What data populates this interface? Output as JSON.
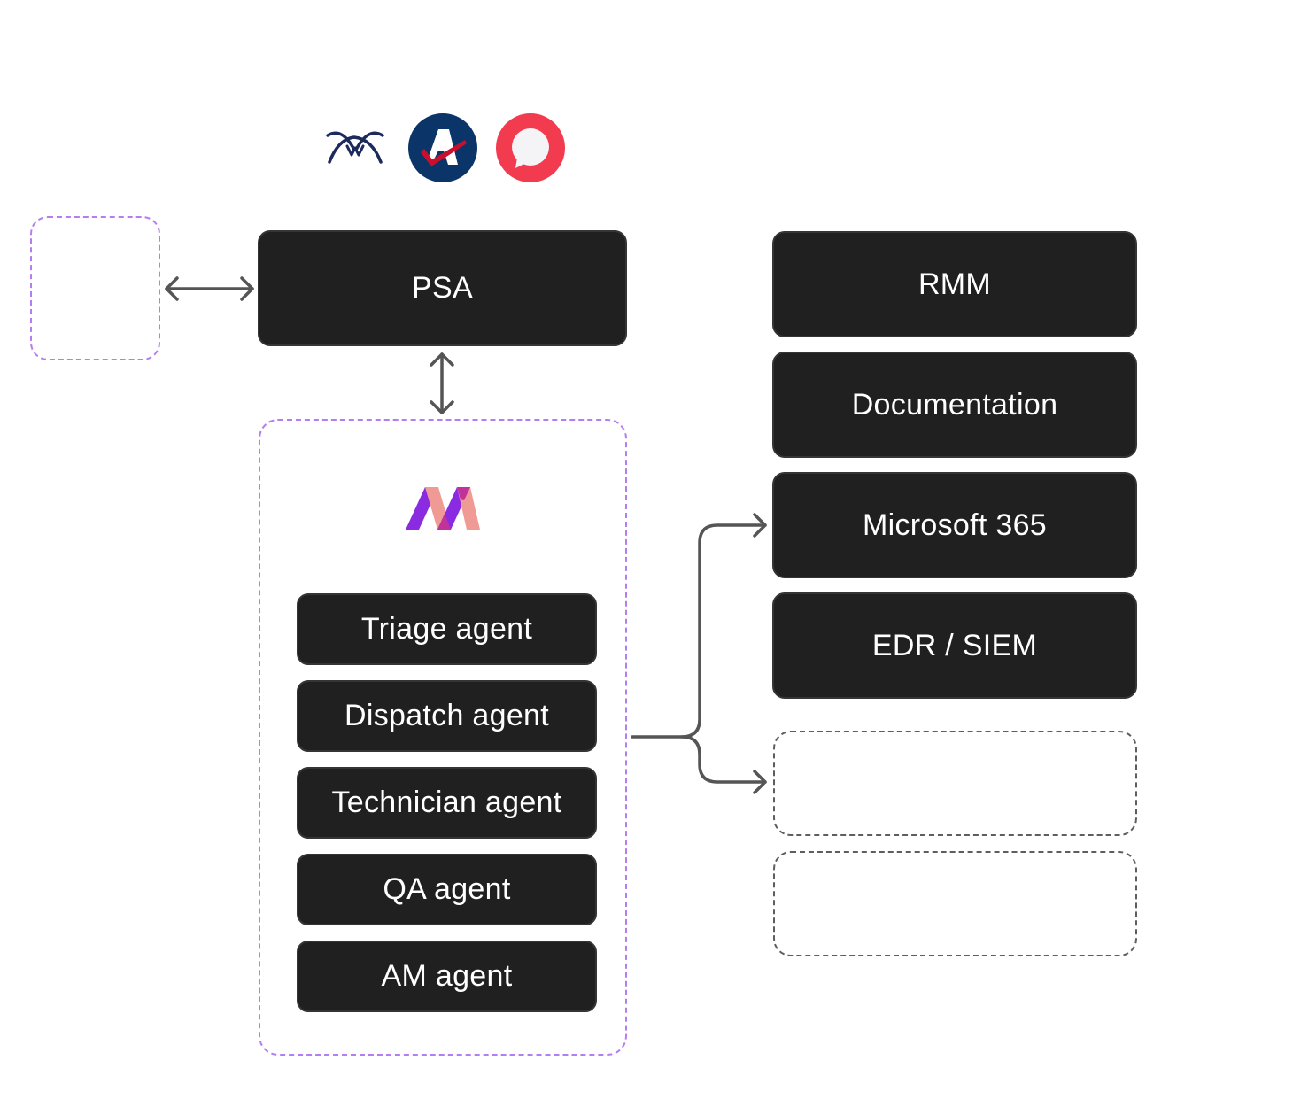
{
  "integration_logos": [
    {
      "name": "integration-logo-wave",
      "color": "#1c2a5c"
    },
    {
      "name": "integration-logo-autotask",
      "color": "#0b3568",
      "accent": "#c8102e"
    },
    {
      "name": "integration-logo-chat",
      "color": "#f23b4e"
    }
  ],
  "psa": {
    "label": "PSA"
  },
  "external_placeholder": {
    "label": ""
  },
  "platform": {
    "logo": {
      "name": "platform-logo-m",
      "colors": [
        "#8a2be2",
        "#f09a96",
        "#c1339a"
      ]
    },
    "agents": [
      {
        "label": "Triage agent"
      },
      {
        "label": "Dispatch agent"
      },
      {
        "label": "Technician agent"
      },
      {
        "label": "QA agent"
      },
      {
        "label": "AM agent"
      }
    ]
  },
  "tools": [
    {
      "label": "RMM"
    },
    {
      "label": "Documentation"
    },
    {
      "label": "Microsoft 365"
    },
    {
      "label": "EDR / SIEM"
    }
  ],
  "tool_placeholders": [
    {
      "label": ""
    },
    {
      "label": ""
    }
  ],
  "colors": {
    "node_fill": "#202020",
    "node_text": "#ffffff",
    "connector": "#555555",
    "platform_border": "#b47ef0",
    "placeholder_border": "#5e5e5e"
  }
}
